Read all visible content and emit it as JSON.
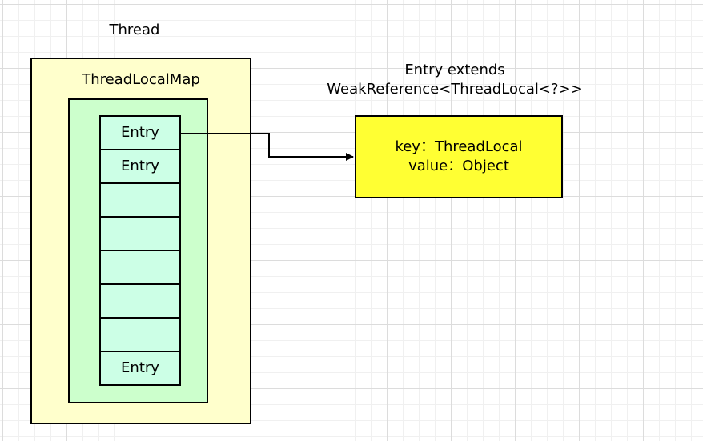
{
  "thread": {
    "label": "Thread"
  },
  "thread_local_map": {
    "label": "ThreadLocalMap",
    "entries": [
      "Entry",
      "Entry",
      "",
      "",
      "",
      "",
      "",
      "Entry"
    ]
  },
  "entry_object": {
    "type_line1": "Entry extends",
    "type_line2": "WeakReference<ThreadLocal<?>>",
    "key_line": "key：ThreadLocal",
    "value_line": "value：Object"
  }
}
